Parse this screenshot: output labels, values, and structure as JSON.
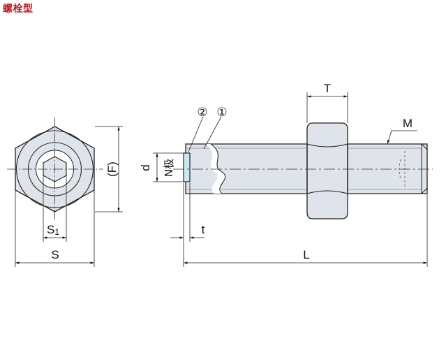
{
  "title": "螺栓型",
  "labels": {
    "T": "T",
    "M": "M",
    "F": "(F)",
    "S1": "S",
    "S1_sub": "1",
    "S": "S",
    "t": "t",
    "L": "L",
    "d": "d",
    "N": "N极",
    "callout1": "①",
    "callout2": "②"
  },
  "colors": {
    "part_fill": "#dfe4ea",
    "magnet_fill": "#cce6f5",
    "outline": "#222222",
    "title": "#c8141e"
  }
}
